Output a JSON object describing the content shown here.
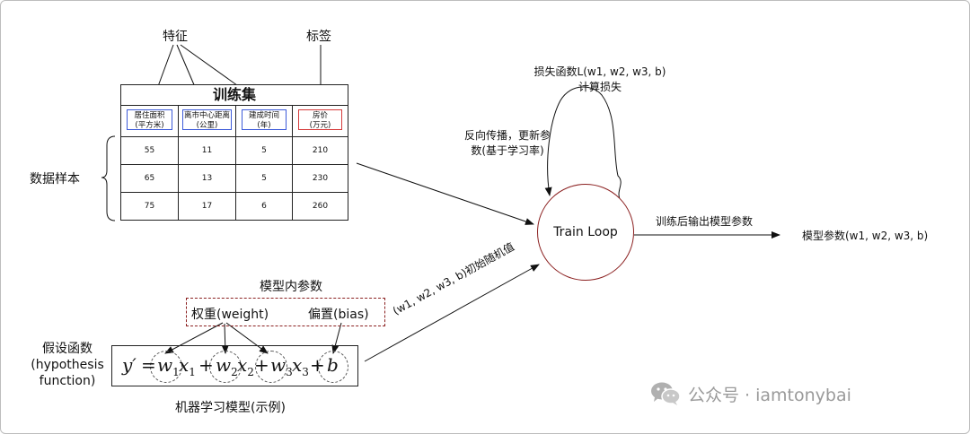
{
  "labels": {
    "features": "特征",
    "label_tag": "标签",
    "data_samples": "数据样本",
    "loss_line1": "损失函数L(w1, w2, w3, b)",
    "loss_line2": "计算损失",
    "backprop_line1": "反向传播，更新参",
    "backprop_line2": "数(基于学习率)",
    "train_loop": "Train Loop",
    "output_after_training": "训练后输出模型参数",
    "model_params": "模型参数(w1, w2, w3, b)",
    "model_internal_params": "模型内参数",
    "weight": "权重(weight)",
    "bias": "偏置(bias)",
    "hypothesis_line1": "假设函数",
    "hypothesis_line2": "(hypothesis",
    "hypothesis_line3": "function)",
    "model_example": "机器学习模型(示例)",
    "init_random": "(w1, w2, w3, b)初始随机值"
  },
  "table": {
    "title": "训练集",
    "headers": [
      {
        "line1": "居住面积",
        "line2": "(平方米)",
        "kind": "feature"
      },
      {
        "line1": "离市中心距离",
        "line2": "(公里)",
        "kind": "feature"
      },
      {
        "line1": "建成时间",
        "line2": "(年)",
        "kind": "feature"
      },
      {
        "line1": "房价",
        "line2": "(万元)",
        "kind": "label"
      }
    ],
    "rows": [
      [
        "55",
        "11",
        "5",
        "210"
      ],
      [
        "65",
        "13",
        "5",
        "230"
      ],
      [
        "75",
        "17",
        "6",
        "260"
      ]
    ]
  },
  "formula": {
    "y_prime": "y′",
    "eq": "=",
    "plus": "+",
    "w1": "w",
    "w1_sub": "1",
    "x1": "x",
    "x1_sub": "1",
    "w2": "w",
    "w2_sub": "2",
    "x2": "x",
    "x2_sub": "2",
    "w3": "w",
    "w3_sub": "3",
    "x3": "x",
    "x3_sub": "3",
    "b": "b"
  },
  "watermark": {
    "account": "公众号 · iamtonybai",
    "icon": "wechat-icon"
  },
  "colors": {
    "feature_border": "#3d5bd9",
    "label_border": "#d63b3b",
    "loop_circle": "#8b2020",
    "param_box_border": "#8b2020",
    "watermark": "#9a9a9a"
  }
}
